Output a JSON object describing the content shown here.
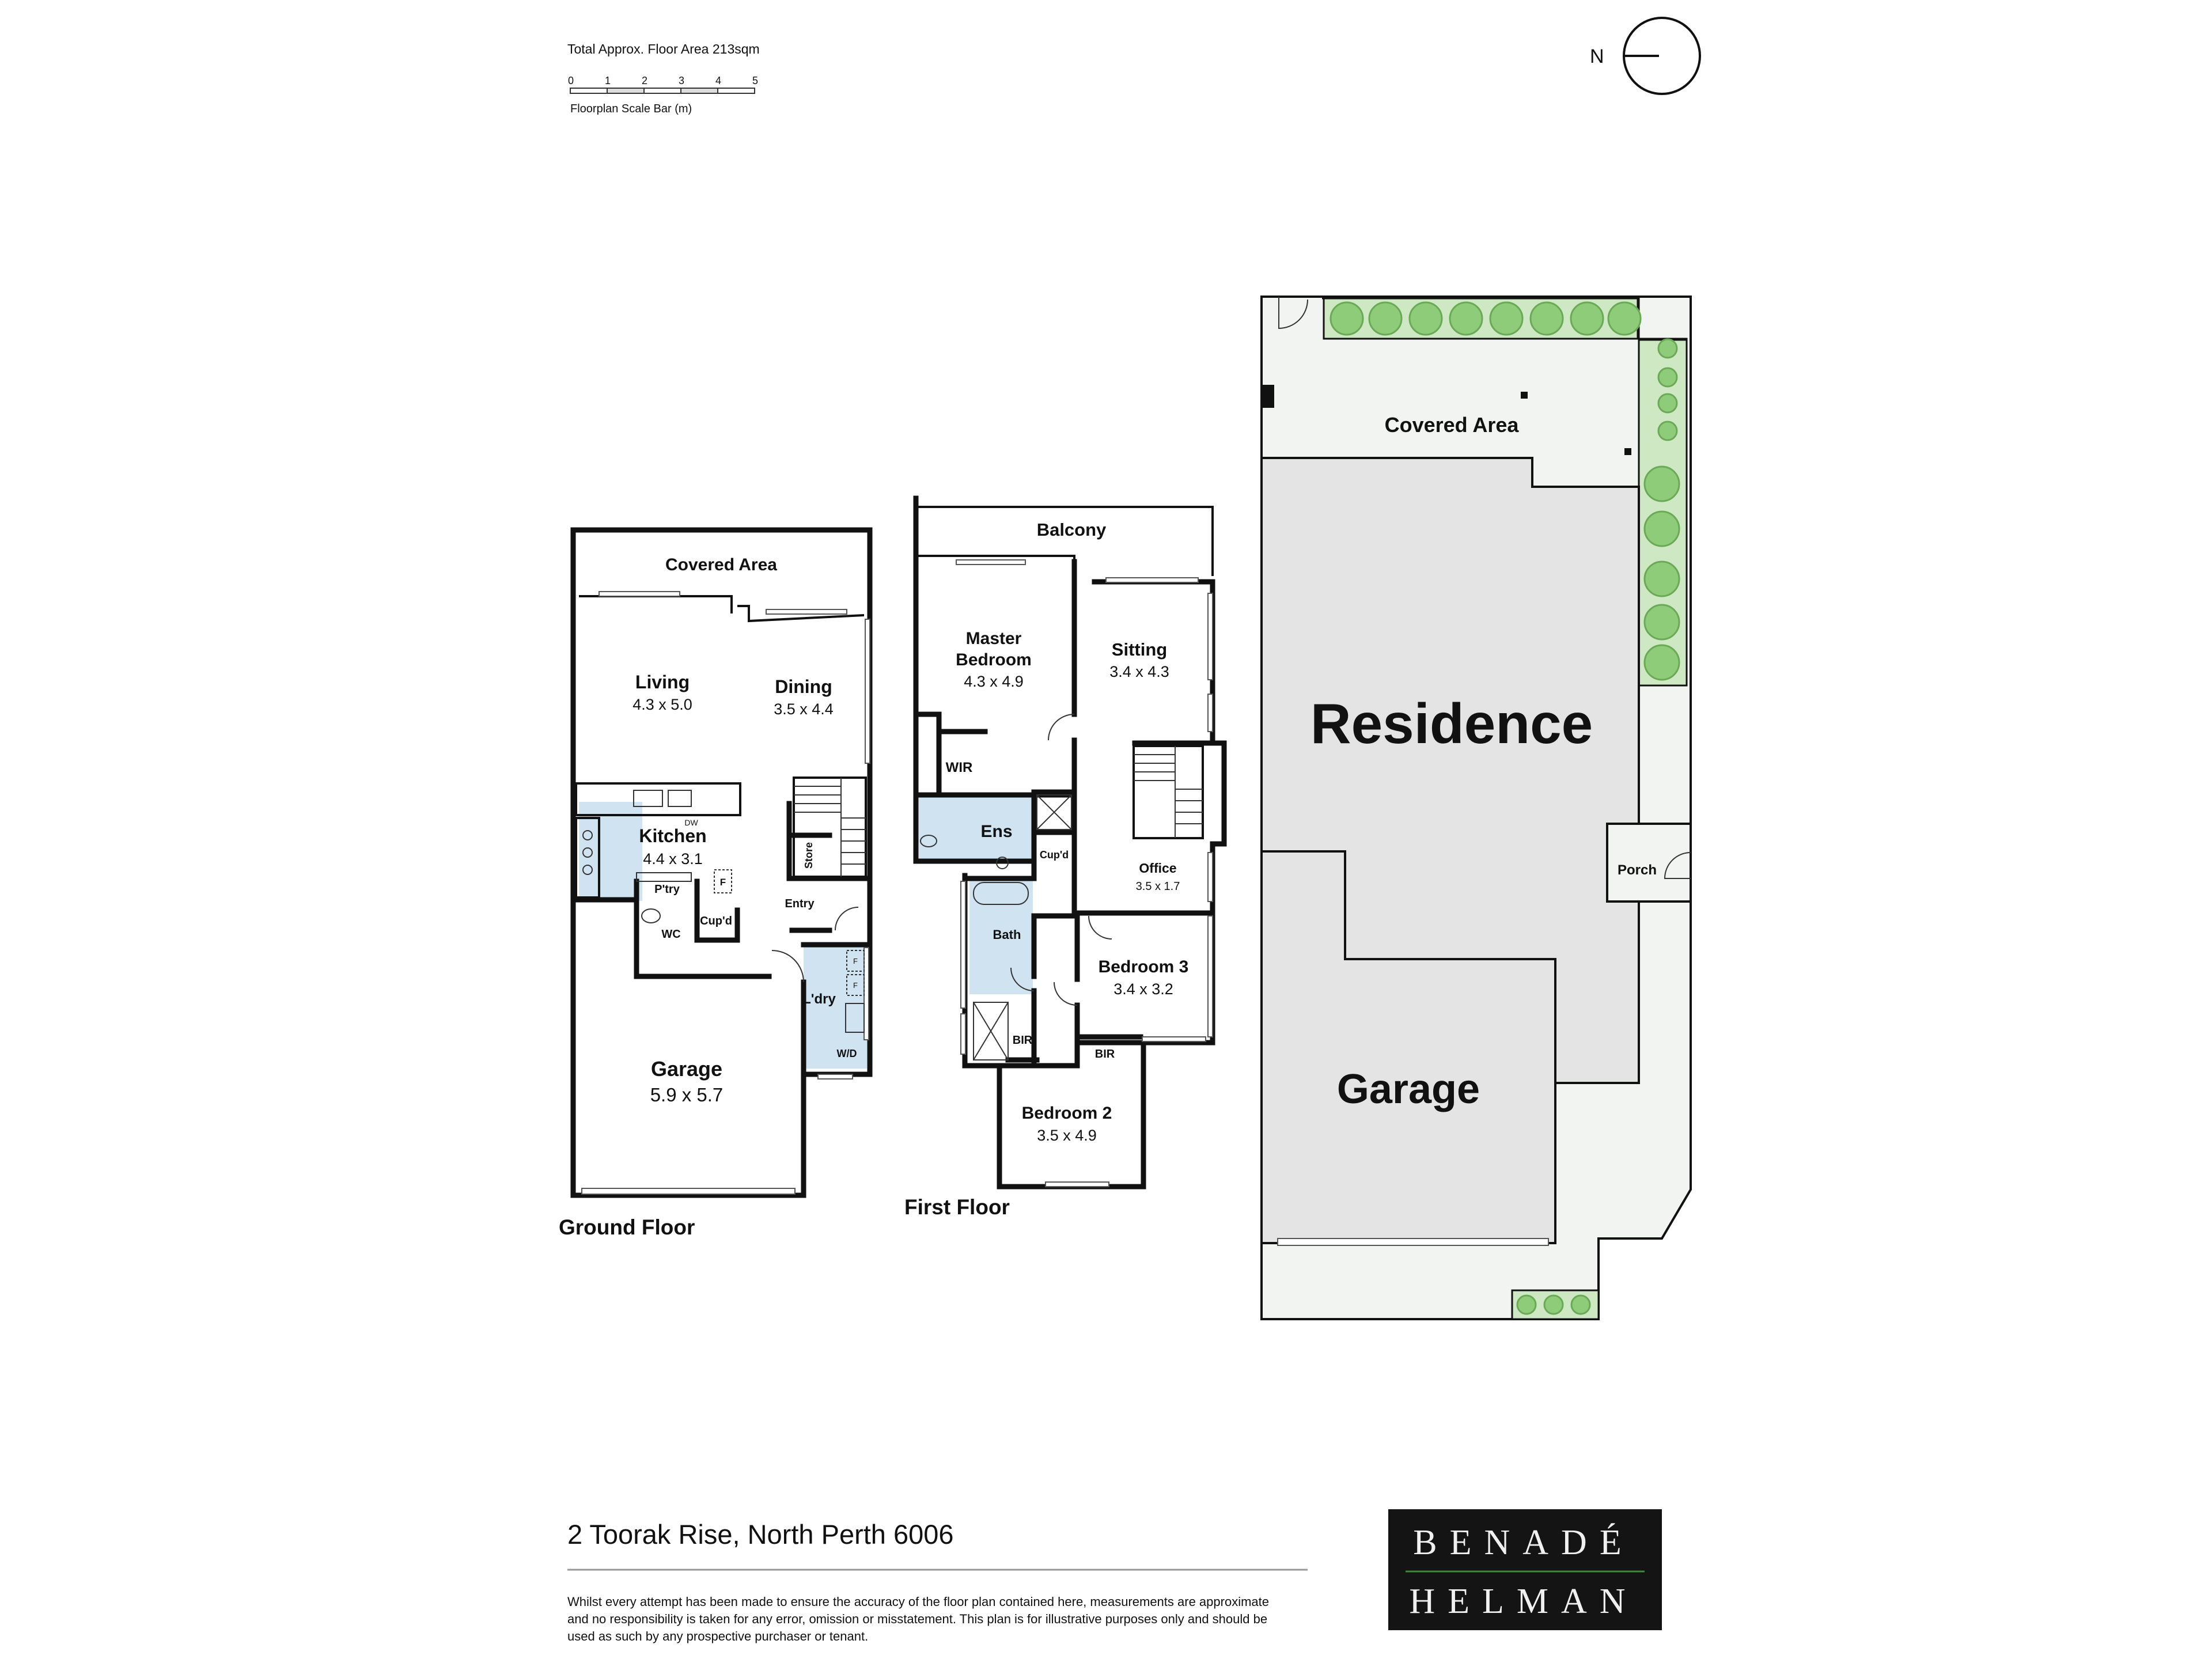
{
  "header": {
    "floor_area": "Total Approx. Floor Area 213sqm",
    "scale_ticks": [
      "0",
      "1",
      "2",
      "3",
      "4",
      "5"
    ],
    "scale_caption": "Floorplan Scale Bar (m)",
    "north_label": "N"
  },
  "ground_floor": {
    "title": "Ground Floor",
    "covered_area": "Covered Area",
    "living": {
      "name": "Living",
      "dims": "4.3 x 5.0"
    },
    "dining": {
      "name": "Dining",
      "dims": "3.5 x 4.4"
    },
    "kitchen": {
      "name": "Kitchen",
      "dims": "4.4 x 3.1"
    },
    "dw": "DW",
    "pantry": "P'try",
    "fridge": "F",
    "store": "Store",
    "entry": "Entry",
    "wc": "WC",
    "cupd": "Cup'd",
    "laundry": "L'dry",
    "wd": "W/D",
    "laundry_f1": "F",
    "laundry_f2": "F",
    "garage": {
      "name": "Garage",
      "dims": "5.9 x 5.7"
    }
  },
  "first_floor": {
    "title": "First Floor",
    "balcony": "Balcony",
    "master": {
      "name_line1": "Master",
      "name_line2": "Bedroom",
      "dims": "4.3 x 4.9"
    },
    "sitting": {
      "name": "Sitting",
      "dims": "3.4 x 4.3"
    },
    "wir": "WIR",
    "ens": "Ens",
    "cupd": "Cup'd",
    "office": {
      "name": "Office",
      "dims": "3.5 x 1.7"
    },
    "bath": "Bath",
    "bir1": "BIR",
    "bedroom3": {
      "name": "Bedroom 3",
      "dims": "3.4 x 3.2"
    },
    "bir2": "BIR",
    "bedroom2": {
      "name": "Bedroom 2",
      "dims": "3.5 x 4.9"
    }
  },
  "site_plan": {
    "covered_area": "Covered Area",
    "residence": "Residence",
    "porch": "Porch",
    "garage": "Garage"
  },
  "footer": {
    "address": "2 Toorak Rise, North Perth 6006",
    "disclaimer_line1": "Whilst every attempt has been made to ensure the accuracy of the floor plan contained here, measurements are approximate",
    "disclaimer_line2": "and no responsibility is taken for any error, omission or misstatement. This plan is for illustrative purposes only and should be",
    "disclaimer_line3": "used as such by any prospective purchaser or tenant.",
    "logo_line1": "BENADÉ",
    "logo_line2": "HELMAN"
  }
}
